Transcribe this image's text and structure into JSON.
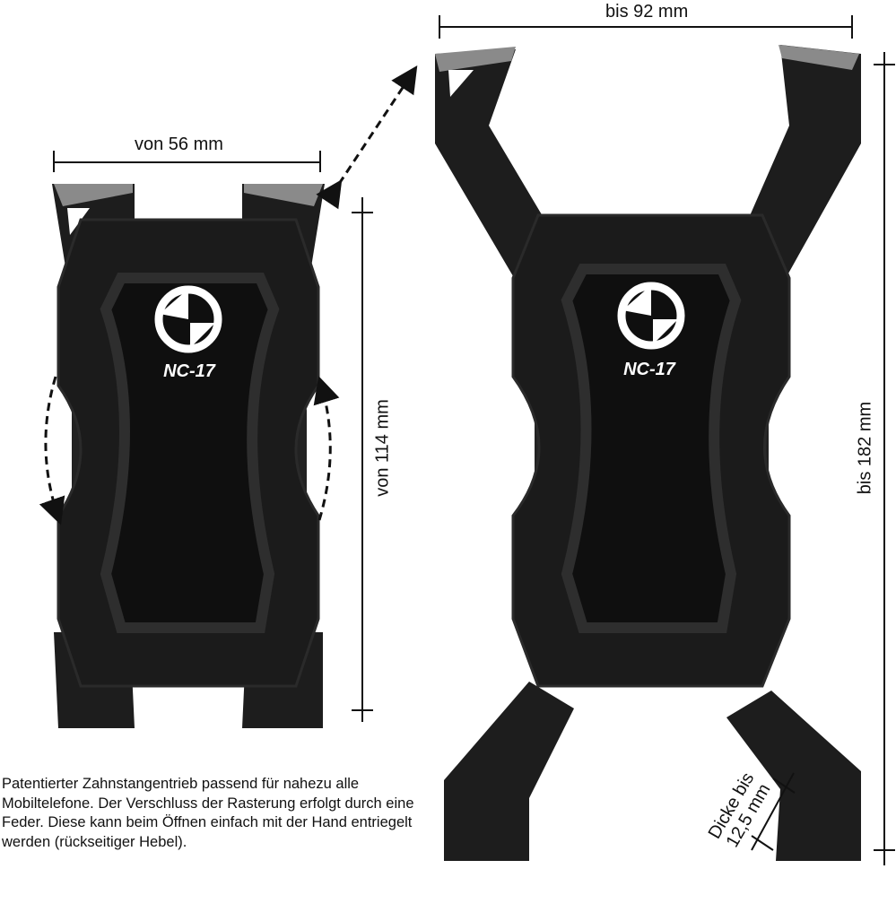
{
  "dimensions": {
    "closed_width": "von 56 mm",
    "closed_height": "von 114 mm",
    "open_width": "bis 92 mm",
    "open_height": "bis 182 mm",
    "thickness": [
      "Dicke bis",
      "12,5 mm"
    ]
  },
  "brand": {
    "logo_text": "NC-17"
  },
  "description": "Patentierter Zahnstangentrieb passend für nahezu alle Mobiltelefone. Der Verschluss der Rasterung erfolgt durch eine Feder. Diese kann beim Öffnen einfach mit der Hand entriegelt werden (rückseitiger Hebel).",
  "colors": {
    "holder": "#1a1a1a",
    "corner_grey": "#8a8a8a",
    "logo": "#ffffff"
  }
}
